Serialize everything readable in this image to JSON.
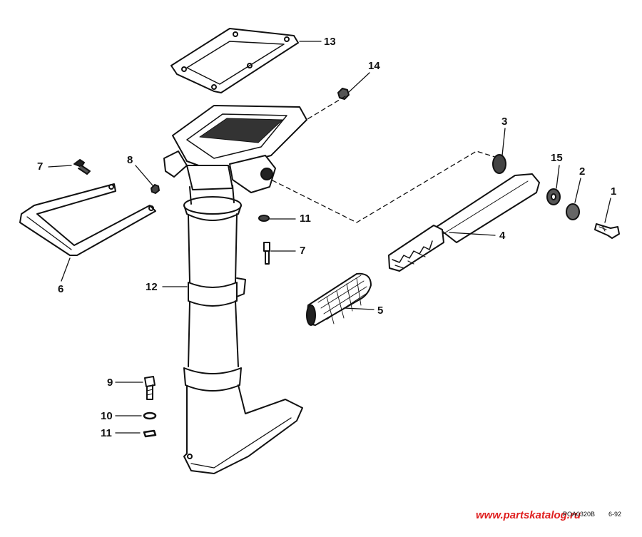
{
  "callouts": {
    "c1": "1",
    "c2": "2",
    "c3": "3",
    "c4": "4",
    "c5": "5",
    "c6": "6",
    "c7a": "7",
    "c7b": "7",
    "c8": "8",
    "c9": "9",
    "c10": "10",
    "c11a": "11",
    "c11b": "11",
    "c12": "12",
    "c13": "13",
    "c14": "14",
    "c15": "15"
  },
  "figure_code": "POA0320B",
  "figure_date": "6-92",
  "watermark": "www.partskatalog.ru"
}
